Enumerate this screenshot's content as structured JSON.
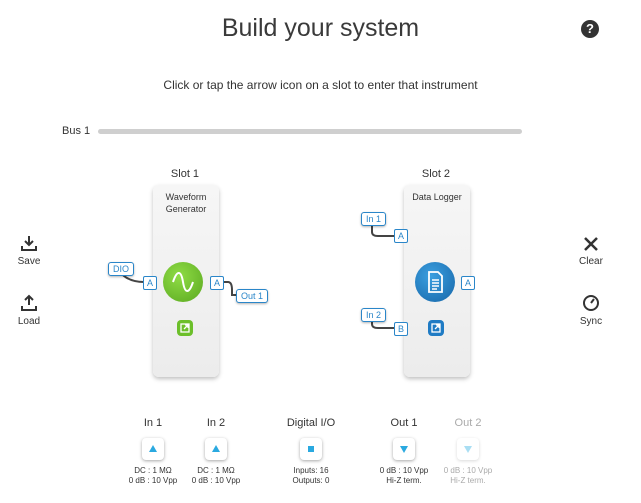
{
  "header": {
    "title": "Build your system",
    "help_icon": "question-circle-icon"
  },
  "instructions": "Click or tap the arrow icon on a slot to enter that instrument",
  "bus": {
    "label": "Bus 1"
  },
  "left_actions": [
    {
      "label": "Save",
      "icon": "download-icon"
    },
    {
      "label": "Load",
      "icon": "upload-icon"
    }
  ],
  "right_actions": [
    {
      "label": "Clear",
      "icon": "close-icon"
    },
    {
      "label": "Sync",
      "icon": "gauge-icon"
    }
  ],
  "slots": [
    {
      "label": "Slot 1",
      "instrument_line1": "Waveform",
      "instrument_line2": "Generator",
      "inputs": [
        {
          "tag": "DIO",
          "port": "A"
        }
      ],
      "outputs": [
        {
          "port": "A",
          "tag": "Out 1"
        }
      ],
      "icon": "sine-wave-icon",
      "accent": "#6cbf2a"
    },
    {
      "label": "Slot 2",
      "instrument_line1": "Data Logger",
      "inputs": [
        {
          "tag": "In 1",
          "port": "A"
        },
        {
          "tag": "In 2",
          "port": "B"
        }
      ],
      "outputs": [
        {
          "port": "A"
        }
      ],
      "icon": "document-icon",
      "accent": "#1f7bc4"
    }
  ],
  "channels": [
    {
      "title": "In 1",
      "info1": "DC : 1 MΩ",
      "info2": "0 dB : 10 Vpp",
      "icon": "triangle-up-icon",
      "enabled": true
    },
    {
      "title": "In 2",
      "info1": "DC : 1 MΩ",
      "info2": "0 dB : 10 Vpp",
      "icon": "triangle-up-icon",
      "enabled": true
    },
    {
      "title": "Digital I/O",
      "info1": "Inputs: 16",
      "info2": "Outputs: 0",
      "icon": "square-icon",
      "enabled": true
    },
    {
      "title": "Out 1",
      "info1": "0 dB : 10 Vpp",
      "info2": "Hi-Z term.",
      "icon": "triangle-down-icon",
      "enabled": true
    },
    {
      "title": "Out 2",
      "info1": "0 dB : 10 Vpp",
      "info2": "Hi-Z term.",
      "icon": "triangle-down-icon",
      "enabled": false
    }
  ],
  "colors": {
    "accent_blue": "#2a86c9",
    "green": "#6cbf2a",
    "dark_blue": "#1f7bc4"
  }
}
